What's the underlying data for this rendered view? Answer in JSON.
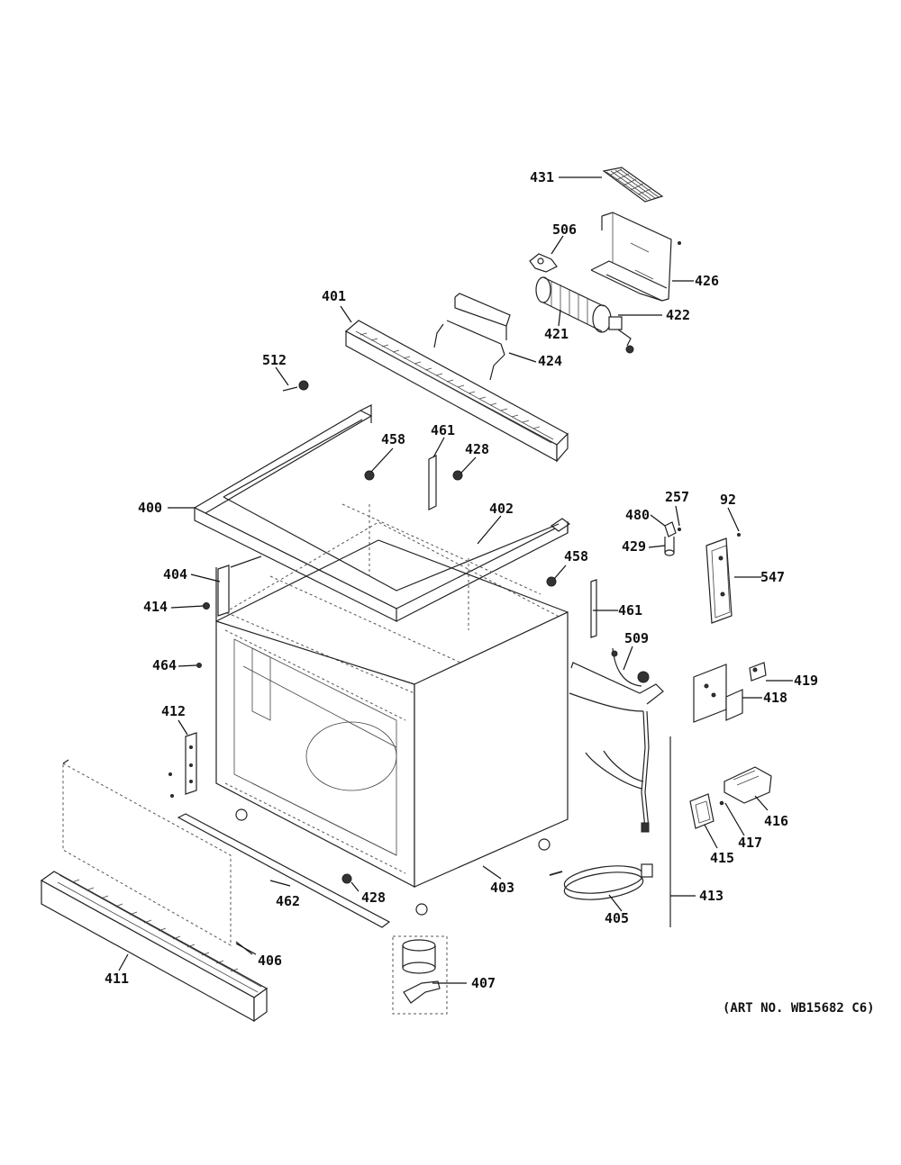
{
  "callouts": {
    "p431": "431",
    "p506": "506",
    "p426": "426",
    "p422": "422",
    "p421": "421",
    "p401": "401",
    "p424": "424",
    "p512": "512",
    "p458a": "458",
    "p461a": "461",
    "p428a": "428",
    "p400": "400",
    "p402": "402",
    "p257": "257",
    "p92": "92",
    "p480": "480",
    "p429": "429",
    "p547": "547",
    "p404": "404",
    "p458b": "458",
    "p414": "414",
    "p461b": "461",
    "p464": "464",
    "p509": "509",
    "p419": "419",
    "p418": "418",
    "p412": "412",
    "p416": "416",
    "p417": "417",
    "p415": "415",
    "p428b": "428",
    "p462": "462",
    "p403": "403",
    "p413": "413",
    "p405": "405",
    "p406": "406",
    "p411": "411",
    "p407": "407"
  },
  "art_number": "(ART NO. WB15682 C6)"
}
